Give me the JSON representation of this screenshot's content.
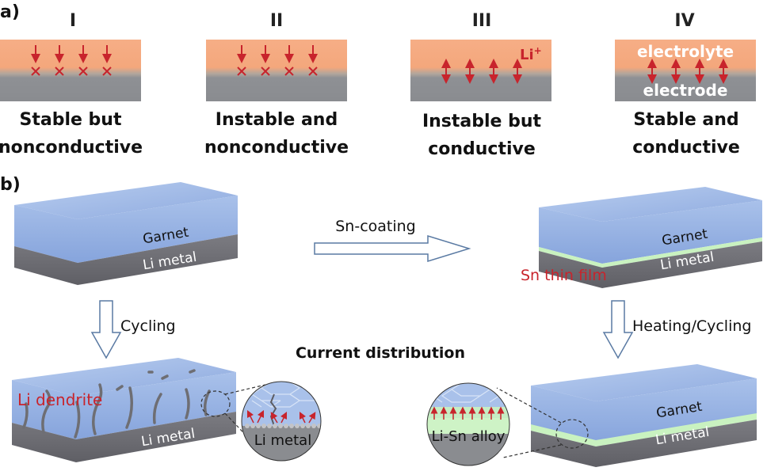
{
  "panel_a": {
    "label": "a)",
    "cases": [
      {
        "numeral": "I",
        "line1": "Stable but",
        "line2": "nonconductive"
      },
      {
        "numeral": "II",
        "line1": "Instable and",
        "line2": "nonconductive"
      },
      {
        "numeral": "III",
        "line1": "Instable but",
        "line2": "conductive"
      },
      {
        "numeral": "IV",
        "line1": "Stable and",
        "line2": "conductive"
      }
    ],
    "li_ion_label": "Li",
    "li_ion_charge": "+",
    "electrolyte_label": "electrolyte",
    "electrode_label": "electrode"
  },
  "panel_b": {
    "label": "b)",
    "garnet_label": "Garnet",
    "li_metal_label": "Li metal",
    "sn_coating_label": "Sn-coating",
    "sn_film_label": "Sn thin film",
    "cycling_label": "Cycling",
    "heating_label": "Heating/Cycling",
    "current_label": "Current distribution",
    "dendrite_label": "Li dendrite",
    "alloy_label": "Li-Sn alloy"
  },
  "colors": {
    "electrolyte": "#f4a77c",
    "electrode": "#8e9094",
    "garnet": "#9fb9e6",
    "li_metal": "#6e6e73",
    "arrow_red": "#c8242c",
    "text_red": "#c8242c",
    "sn_green": "#c9f2c0"
  }
}
